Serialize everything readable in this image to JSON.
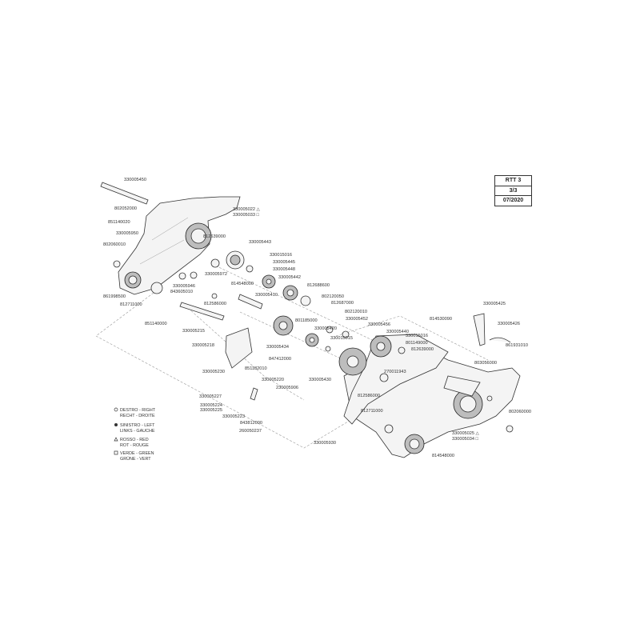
{
  "title_block": {
    "model": "RTT 3",
    "page": "3/3",
    "date": "07/2020"
  },
  "legend": [
    {
      "symbol": "circle-open",
      "line1": "DESTRO - RIGHT",
      "line2": "RECHT - DROITE"
    },
    {
      "symbol": "circle-filled",
      "line1": "SINISTRO - LEFT",
      "line2": "LINKS - GAUCHE"
    },
    {
      "symbol": "triangle",
      "line1": "ROSSO - RED",
      "line2": "ROT - ROUGE"
    },
    {
      "symbol": "square",
      "line1": "VERDE - GREEN",
      "line2": "GRÜNE - VERT"
    }
  ],
  "parts": [
    "330005450",
    "802052000",
    "851140020",
    "330005950",
    "802060010",
    "861998500",
    "812711000",
    "330005022 △",
    "330005033 □",
    "812639000",
    "330005443",
    "330005972",
    "330015016",
    "330005445",
    "330005946",
    "814548000",
    "843605010",
    "812586000",
    "330005448",
    "330005410",
    "330005442",
    "812688600",
    "802120050",
    "812687000",
    "801185000",
    "851140000",
    "330005215",
    "802120010",
    "330005452",
    "330005420",
    "330015015",
    "330005456",
    "330005440",
    "330015016",
    "801149000",
    "812639000",
    "330005218",
    "330005434",
    "847412000",
    "330005430",
    "851182010",
    "330005230",
    "330005220",
    "230005906",
    "270011943",
    "812586000",
    "814530090",
    "330005425",
    "330005426",
    "861931010",
    "803056000",
    "330005227",
    "330005224",
    "330005225",
    "330005223",
    "843812000",
    "260050237",
    "812711000",
    "330005930",
    "802060000",
    "330005025 △",
    "330005034 □",
    "814548000"
  ]
}
